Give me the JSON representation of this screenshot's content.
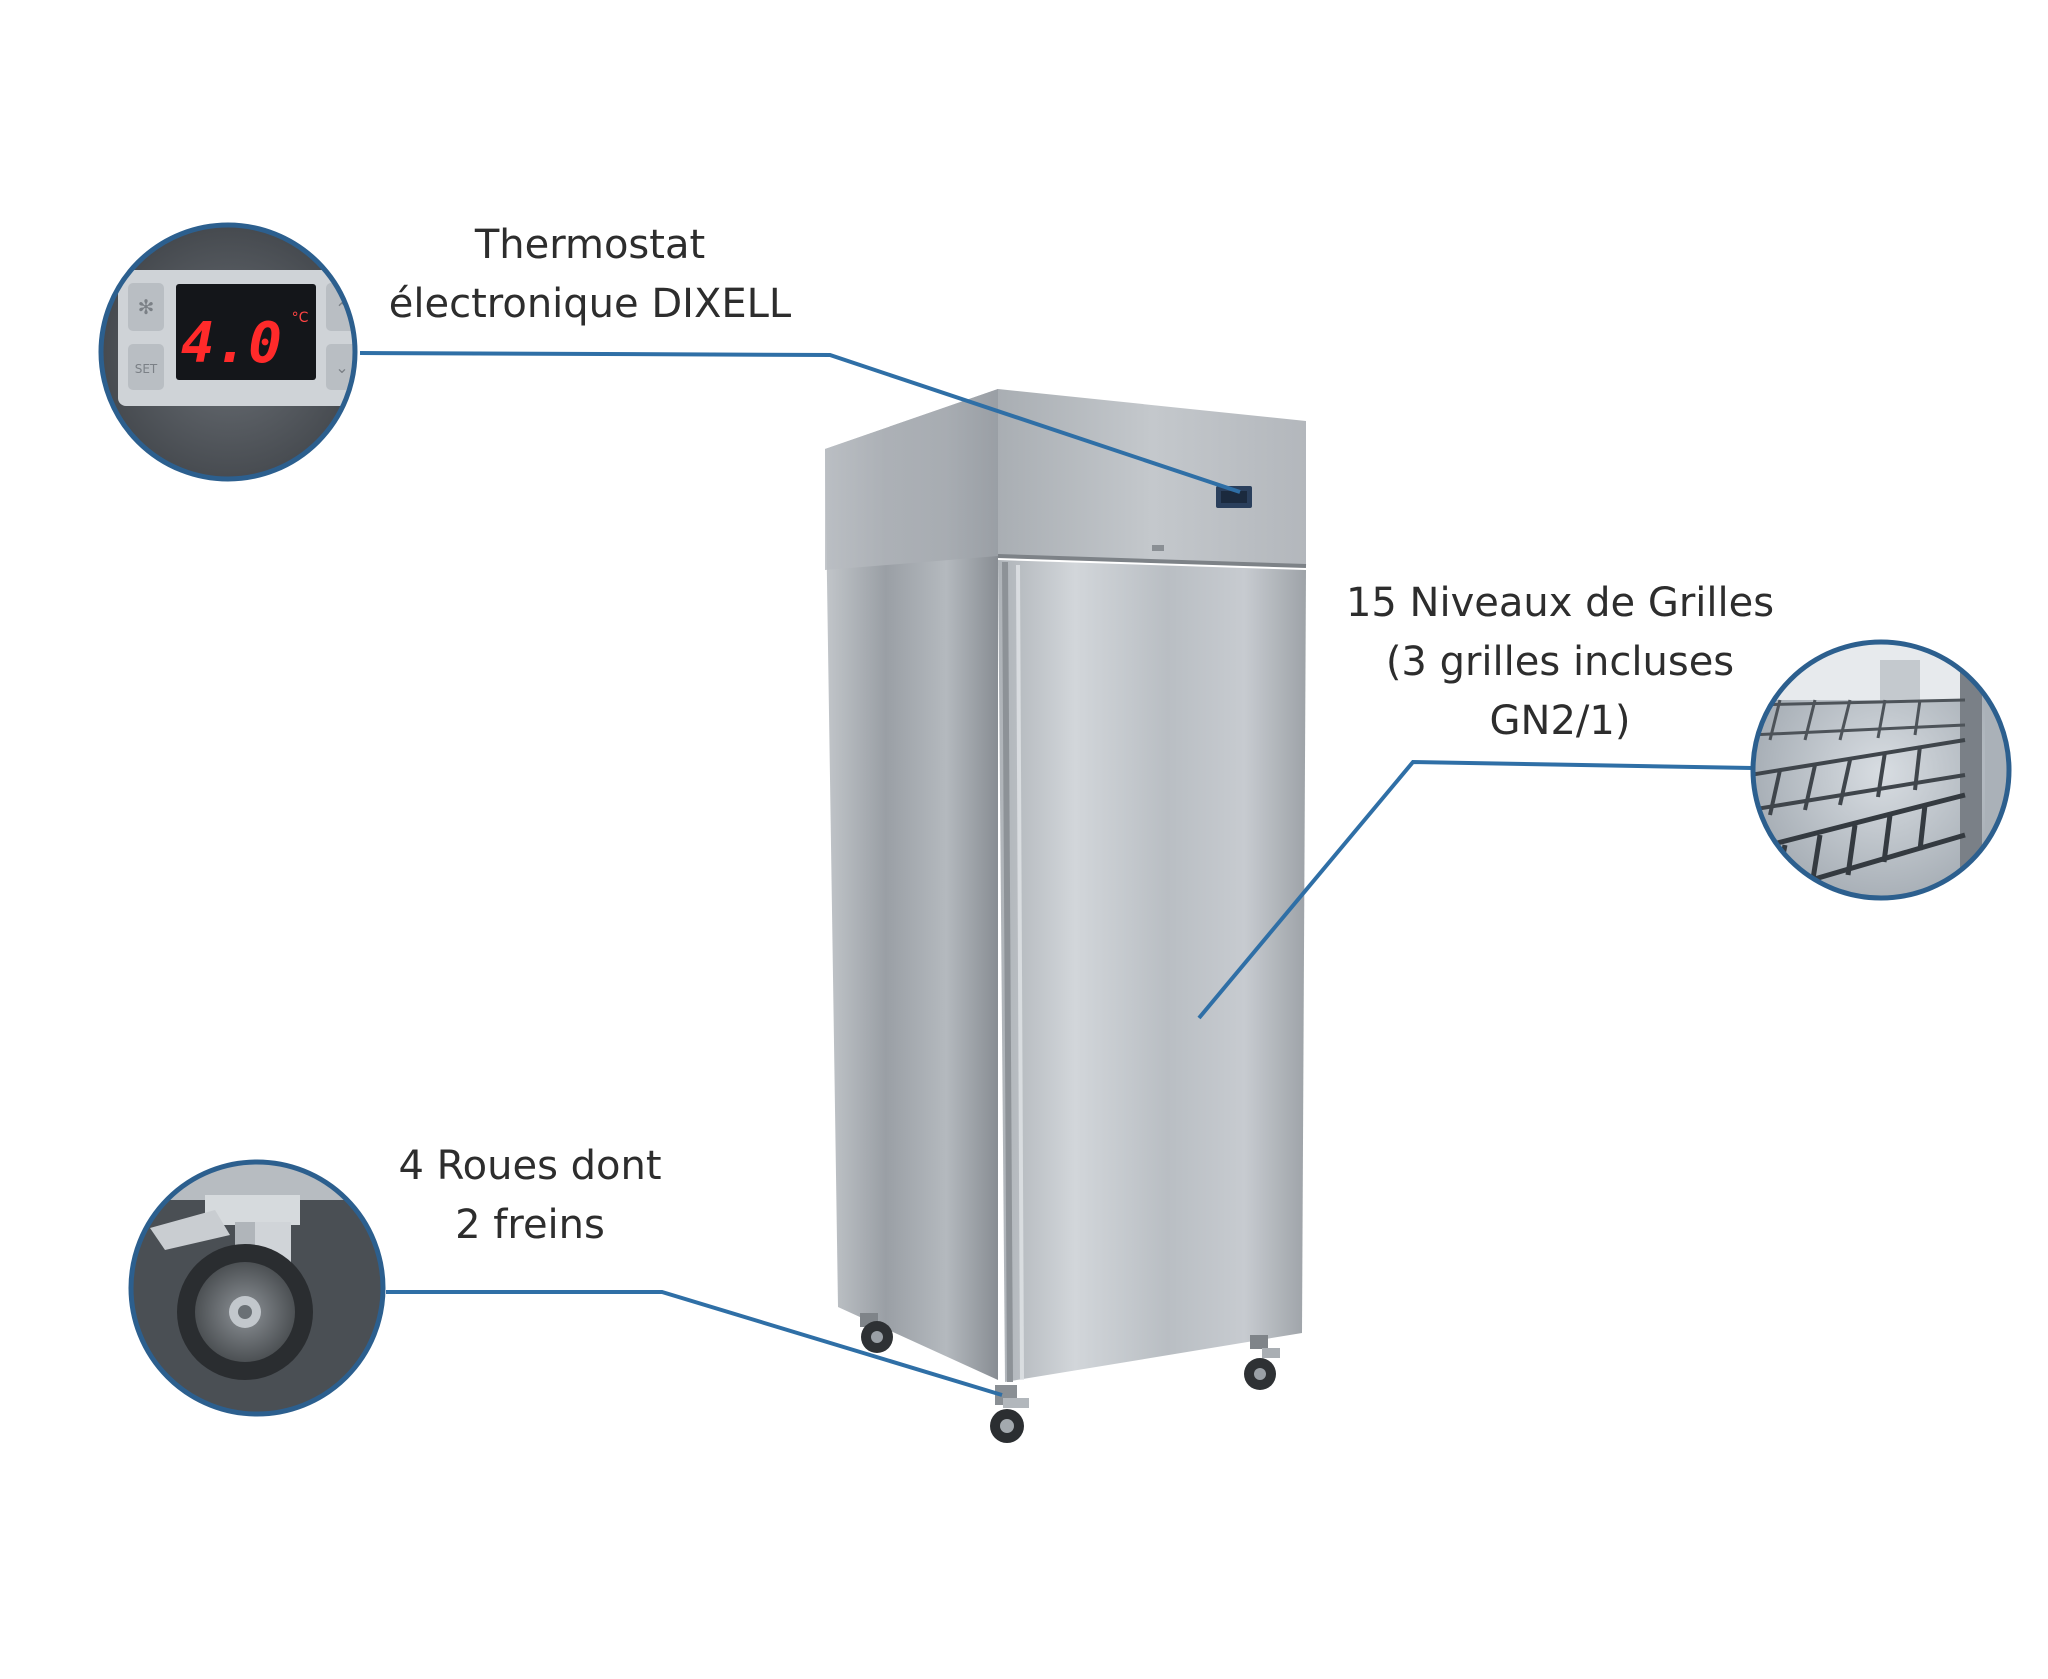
{
  "callouts": {
    "thermostat": {
      "line1": "Thermostat",
      "line2": "électronique DIXELL",
      "display_reading": "4.0",
      "display_unit": "°C"
    },
    "grilles": {
      "line1": "15 Niveaux de Grilles",
      "line2": "(3 grilles incluses",
      "line3": "GN2/1)"
    },
    "roues": {
      "line1": "4 Roues dont",
      "line2": "2 freins"
    }
  },
  "colors": {
    "accent_line": "#2f6fa6",
    "circle_border": "#2c5f8e",
    "display_red": "#ff2a2a",
    "stainless_light": "#c9cdd1",
    "stainless_dark": "#8c9197"
  }
}
